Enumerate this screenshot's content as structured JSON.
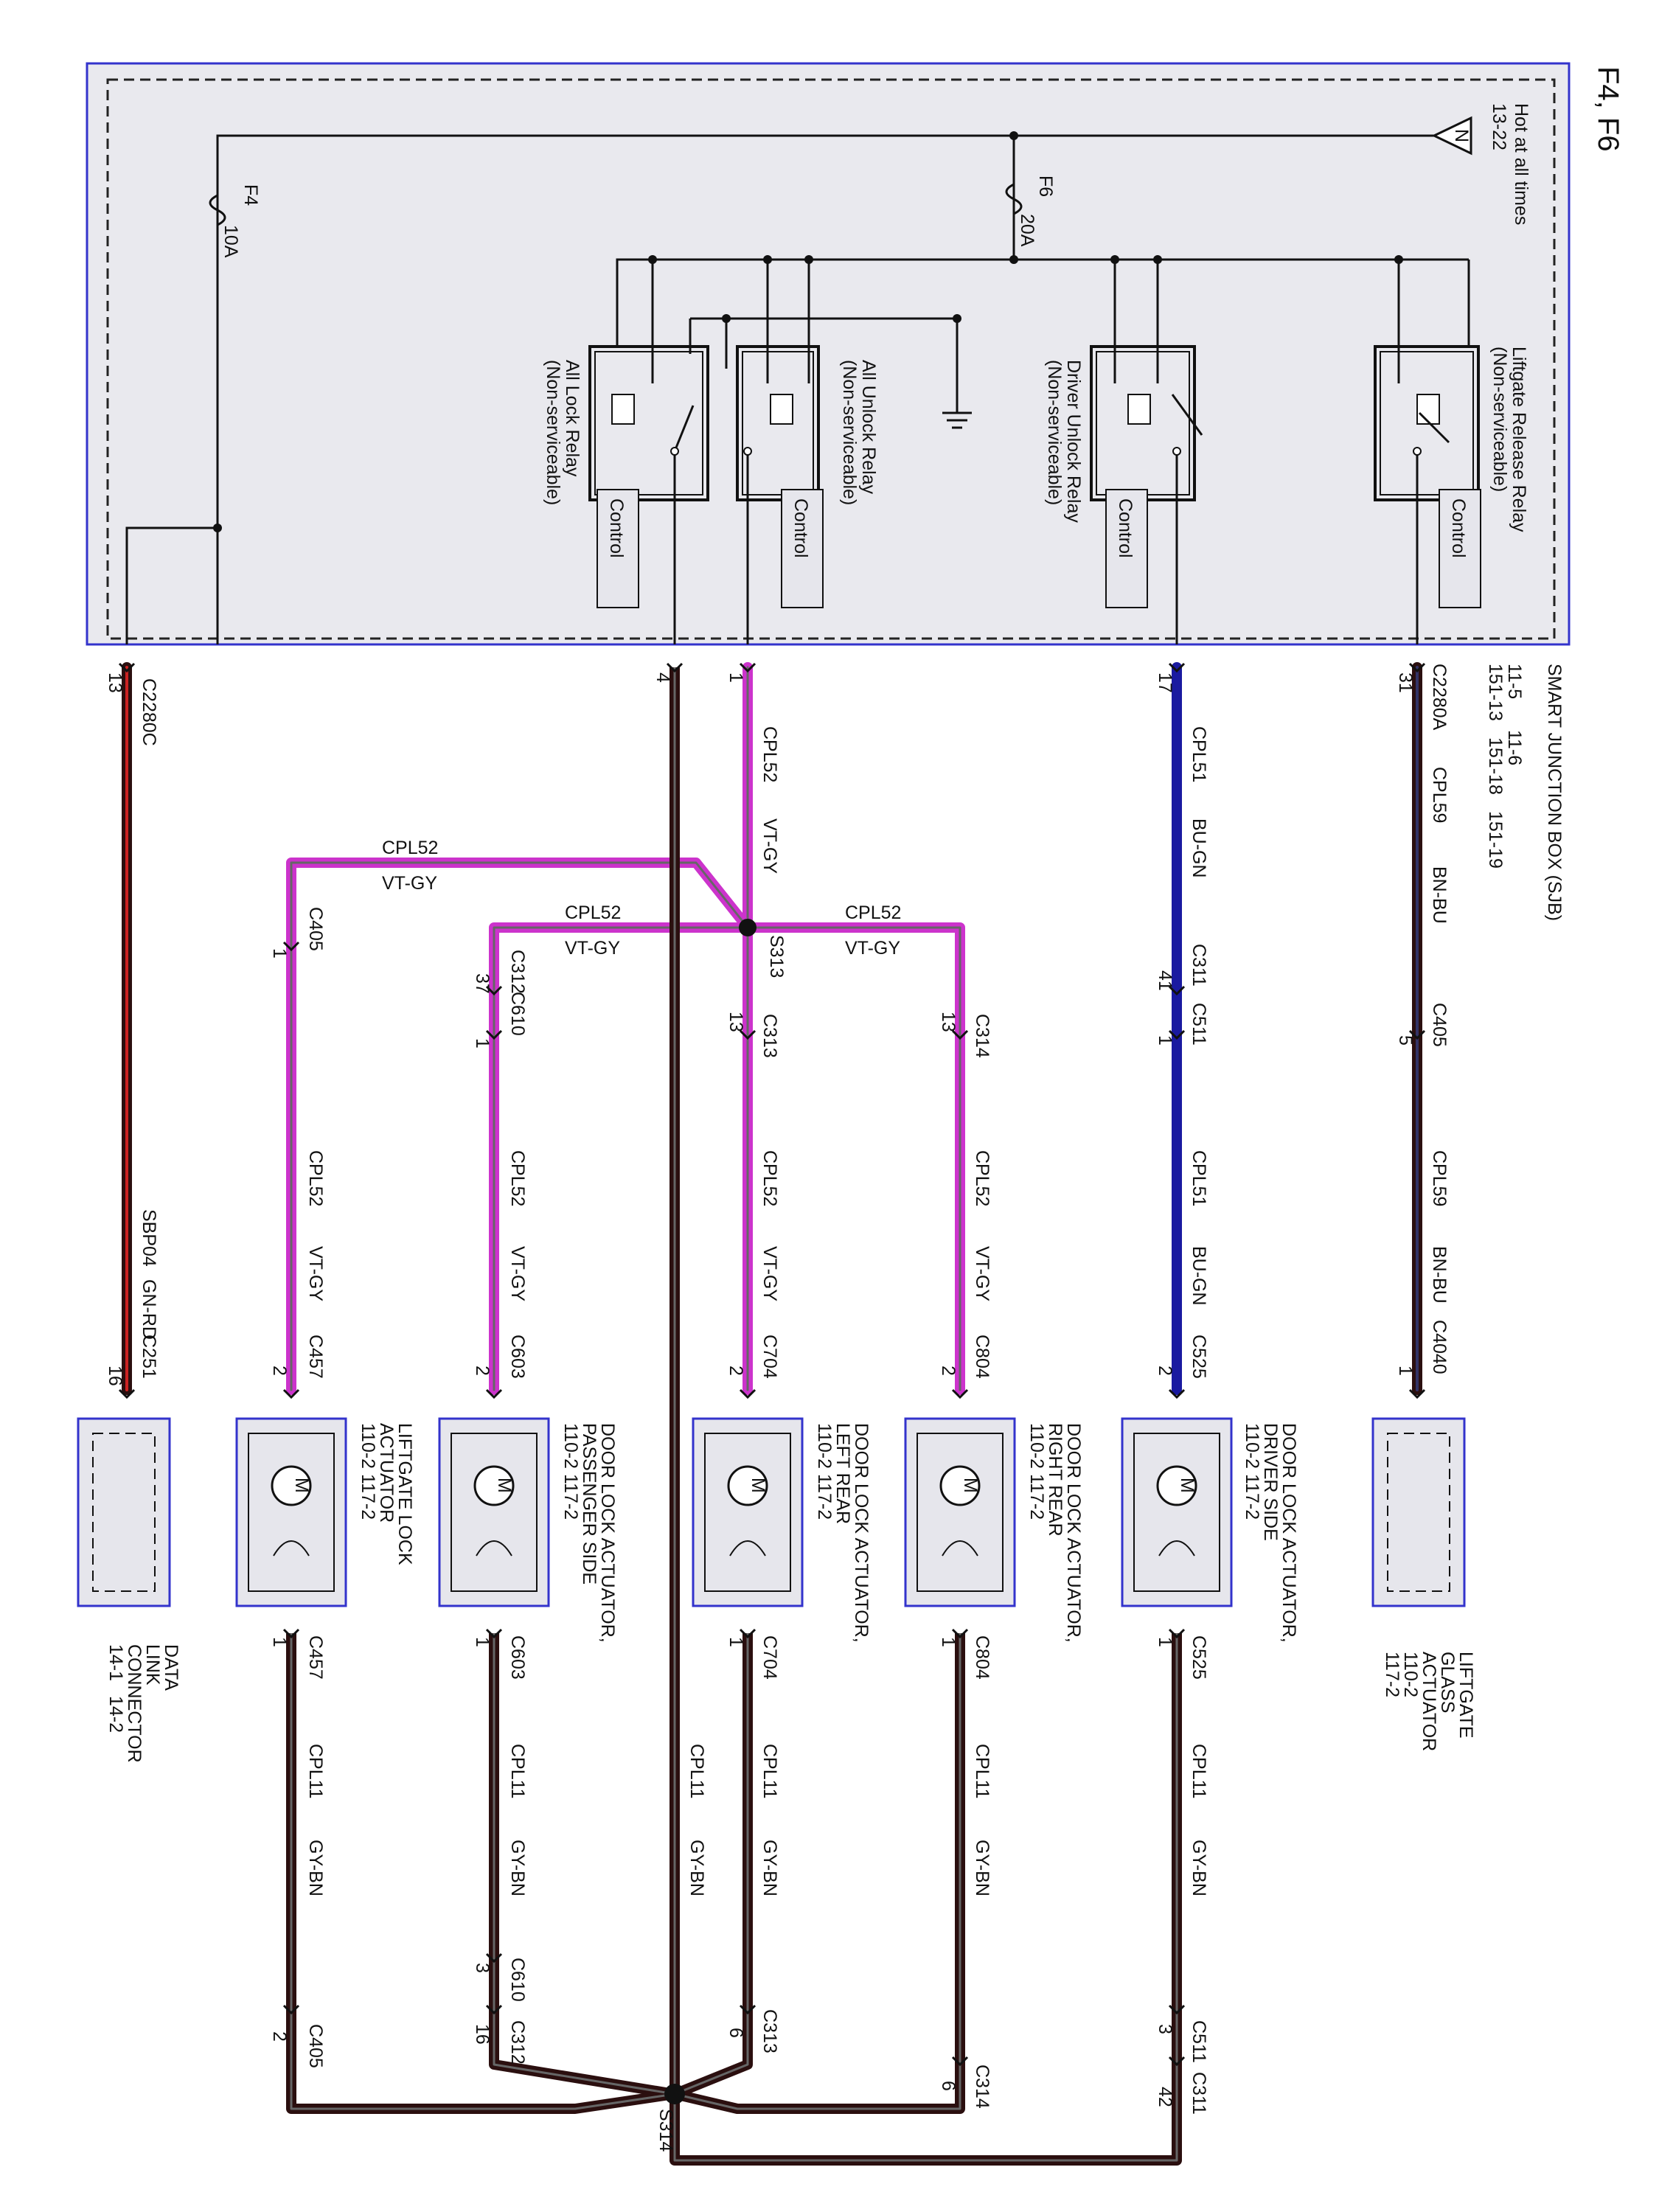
{
  "page_title": "F4, F6",
  "sjb": {
    "title": "SMART JUNCTION BOX (SJB)",
    "refs": [
      "11-5",
      "11-6",
      "151-13",
      "151-18",
      "151-19"
    ],
    "hot_label": "Hot at all times",
    "hot_ref": "13-22",
    "fuse_f4": {
      "id": "F4",
      "rating": "10A"
    },
    "fuse_f6": {
      "id": "F6",
      "rating": "20A"
    },
    "relays": [
      {
        "name": "Liftgate Release Relay",
        "note": "(Non-serviceable)"
      },
      {
        "name": "Driver Unlock Relay",
        "note": "(Non-serviceable)"
      },
      {
        "name": "All Unlock Relay",
        "note": "(Non-serviceable)"
      },
      {
        "name": "All Lock Relay",
        "note": "(Non-serviceable)"
      }
    ],
    "control_label": "Control",
    "connectors": {
      "c2280a": "C2280A",
      "c2280c": "C2280C"
    }
  },
  "pins": {
    "sjb_31": "31",
    "sjb_17": "17",
    "sjb_1": "1",
    "sjb_4": "4",
    "sjb_13": "13",
    "c405_5": "5",
    "c405_1": "1",
    "c405_2": "2",
    "c311_41": "41",
    "c311_42": "42",
    "c511_1": "1",
    "c511_3": "3",
    "c312_37": "37",
    "c312_16": "16",
    "c610_1": "1",
    "c610_3": "3",
    "c313_13": "13",
    "c313_6": "6",
    "c314_13": "13",
    "c314_6": "6",
    "c4040_1": "1",
    "c525_2": "2",
    "c525_1": "1",
    "c804_2": "2",
    "c804_1": "1",
    "c704_2": "2",
    "c704_1": "1",
    "c603_2": "2",
    "c603_1": "1",
    "c457_2": "2",
    "c457_1": "1",
    "c251_16": "16"
  },
  "connectors": {
    "c405": "C405",
    "c311": "C311",
    "c511": "C511",
    "c312": "C312",
    "c610": "C610",
    "c313": "C313",
    "c314": "C314",
    "c4040": "C4040",
    "c525": "C525",
    "c804": "C804",
    "c704": "C704",
    "c603": "C603",
    "c457": "C457",
    "c251": "C251"
  },
  "splices": {
    "s313": "S313",
    "s314": "S314"
  },
  "circuits": {
    "cpl59": "CPL59",
    "bn_bu": "BN-BU",
    "cpl51": "CPL51",
    "bu_gn": "BU-GN",
    "cpl52": "CPL52",
    "vt_gy": "VT-GY",
    "cpl11": "CPL11",
    "gy_bn": "GY-BN",
    "sbp04": "SBP04",
    "gn_rd": "GN-RD"
  },
  "components": {
    "liftgate_glass": {
      "l1": "LIFTGATE",
      "l2": "GLASS",
      "l3": "ACTUATOR",
      "r1": "110-2",
      "r2": "117-2"
    },
    "driver_side": {
      "l1": "DOOR LOCK ACTUATOR,",
      "l2": "DRIVER SIDE",
      "refs": "110-2    117-2"
    },
    "right_rear": {
      "l1": "DOOR LOCK ACTUATOR,",
      "l2": "RIGHT REAR",
      "refs": "110-2    117-2"
    },
    "left_rear": {
      "l1": "DOOR LOCK ACTUATOR,",
      "l2": "LEFT REAR",
      "refs": "110-2    117-2"
    },
    "passenger_side": {
      "l1": "DOOR LOCK ACTUATOR,",
      "l2": "PASSENGER SIDE",
      "refs": "110-2    117-2"
    },
    "liftgate_lock": {
      "l1": "LIFTGATE LOCK",
      "l2": "ACTUATOR",
      "refs": "110-2    117-2"
    },
    "dlc": {
      "l1": "DATA",
      "l2": "LINK",
      "l3": "CONNECTOR",
      "r1": "14-1",
      "r2": "14-2"
    },
    "motor_symbol": "M"
  },
  "colors": {
    "frame_border": "#3333cc",
    "frame_fill": "#e9e9ee",
    "comp_fill": "#e6e6ec",
    "wire_violet": "#cc33cc",
    "wire_gray": "#666666",
    "wire_blue": "#1a1aa0",
    "wire_brown": "#2b0f0f",
    "wire_red": "#cc2222",
    "wire_green": "#1a7a1a"
  }
}
